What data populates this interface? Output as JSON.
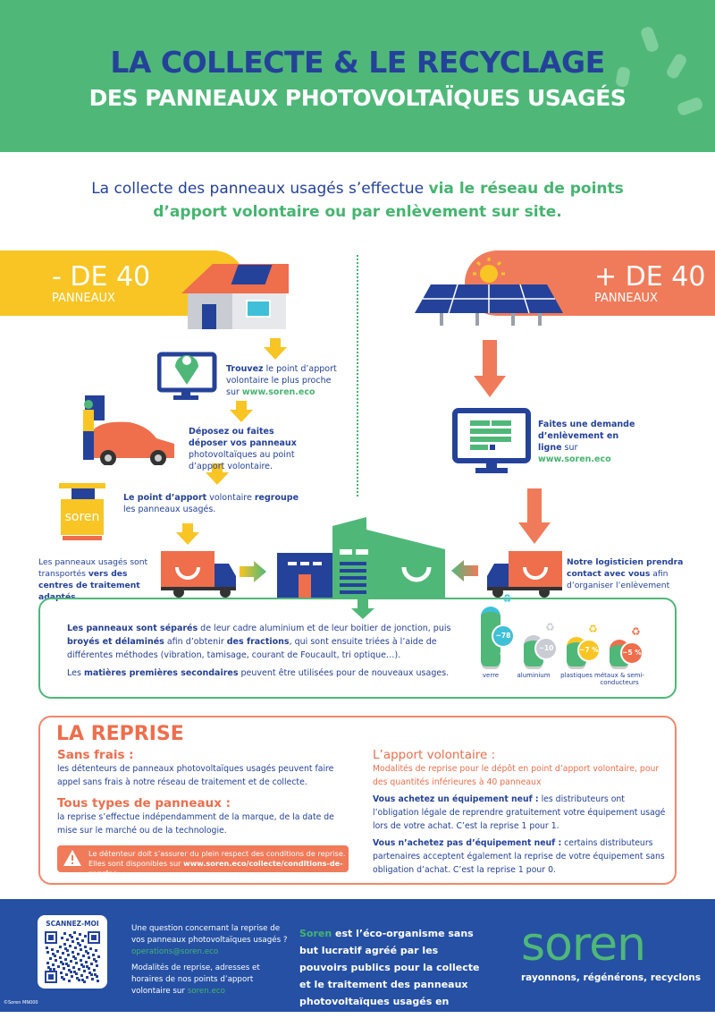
{
  "header": {
    "title": "LA COLLECTE & LE RECYCLAGE",
    "subtitle": "DES PANNEAUX PHOTOVOLTAÏQUES USAGÉS"
  },
  "intro": {
    "part1": "La collecte des panneaux usagés s’effectue ",
    "part2": "via le réseau de points d’apport volontaire ou par enlèvement sur site."
  },
  "left_banner": {
    "big": "- DE 40",
    "small": "PANNEAUX"
  },
  "right_banner": {
    "big": "+ DE 40",
    "small": "PANNEAUX"
  },
  "left_steps": {
    "s1": {
      "b1": "Trouvez",
      "t1": " le point d’apport volontaire le plus proche sur ",
      "link": "www.soren.eco"
    },
    "s2": {
      "b1": "Déposez ou faites déposer vos panneaux",
      "t1": " photovoltaïques au point d’apport volontaire."
    },
    "s3": {
      "b1": "Le point d’apport",
      "t1": " volontaire ",
      "b2": "regroupe",
      "t2": " les panneaux usagés."
    },
    "s4": {
      "t1": "Les panneaux usagés sont transportés ",
      "b1": "vers des centres de traitement adaptés"
    },
    "box_logo": "soren"
  },
  "right_steps": {
    "s1": {
      "b1": "Faites une demande d’enlèvement en ligne",
      "t1": " sur ",
      "link": "www.soren.eco"
    },
    "s2": {
      "b1": "Notre logisticien prendra contact avec vous",
      "t1": " afin d’organiser l’enlèvement"
    }
  },
  "process": {
    "p1": {
      "b1": "Les panneaux sont séparés",
      "t1": " de leur cadre aluminium et de leur boitier de jonction, puis ",
      "b2": "broyés et délaminés",
      "t2": " afin d’obtenir ",
      "b3": "des fractions",
      "t3": ", qui sont ensuite triées à l’aide de différentes méthodes (vibration, tamisage, courant de Foucault, tri optique…)."
    },
    "p2": {
      "t1": "Les ",
      "b1": "matières premières secondaires",
      "t2": " peuvent être utilisées pour de nouveaux usages."
    },
    "fractions": [
      {
        "label": "verre",
        "pct": "~78 %",
        "value": 78,
        "color": "#3fc0d8"
      },
      {
        "label": "aluminium",
        "pct": "~10 %",
        "value": 10,
        "color": "#c9ccd3"
      },
      {
        "label": "plastiques",
        "pct": "~7 %",
        "value": 7,
        "color": "#f8c524"
      },
      {
        "label": "métaux & semi-conducteurs",
        "pct": "~5 %",
        "value": 5,
        "color": "#ef6e4c"
      }
    ]
  },
  "reprise": {
    "title": "LA REPRISE",
    "sans_frais": {
      "title": "Sans frais :",
      "text": "les détenteurs de panneaux photovoltaïques usagés peuvent faire appel sans frais à notre réseau de traitement et de collecte."
    },
    "tous_types": {
      "title": "Tous types de panneaux :",
      "text": "la reprise s’effectue indépendamment de la marque, de la date de mise sur le marché ou de la technologie."
    },
    "warning": {
      "t1": "Le détenteur doit s’assurer du plein respect des conditions de reprise.",
      "t2": "Elles sont disponibles sur ",
      "link": "www.soren.eco/collecte/conditions-de-reprise"
    },
    "apport": {
      "title": "L’apport volontaire :",
      "subtitle": "Modalités de reprise pour le dépôt en point d’apport volontaire, pour des quantités inférieures à 40 panneaux",
      "p1b": "Vous achetez un équipement neuf :",
      "p1": " les distributeurs ont l’obligation légale de reprendre gratuitement votre équipement usagé lors de votre achat. C’est la reprise 1 pour 1.",
      "p2b": "Vous n’achetez pas d’équipement neuf :",
      "p2": " certains distributeurs partenaires acceptent également la reprise de votre équipement sans obligation d’achat. C’est la reprise 1 pour 0."
    }
  },
  "footer": {
    "qr_label": "SCANNEZ-MOI",
    "q1": "Une question concernant la reprise de vos panneaux photovoltaïques usagés ?",
    "email": "operations@soren.eco",
    "q2": "Modalités de reprise, adresses et horaires de nos points d’apport volontaire sur ",
    "q2_link": "soren.eco",
    "mid_green": "Soren",
    "mid": " est l’éco-organisme sans but lucratif agréé par les pouvoirs publics pour la collecte et le traitement des panneaux photovoltaïques usagés en France.",
    "logo": "soren",
    "tagline": "rayonnons, régénérons, recyclons",
    "copyright": "©Soren MN000"
  },
  "colors": {
    "green": "#4fb879",
    "navy": "#24429a",
    "orange": "#f07b5a",
    "yellow": "#f8c524",
    "footer": "#2550a4"
  }
}
